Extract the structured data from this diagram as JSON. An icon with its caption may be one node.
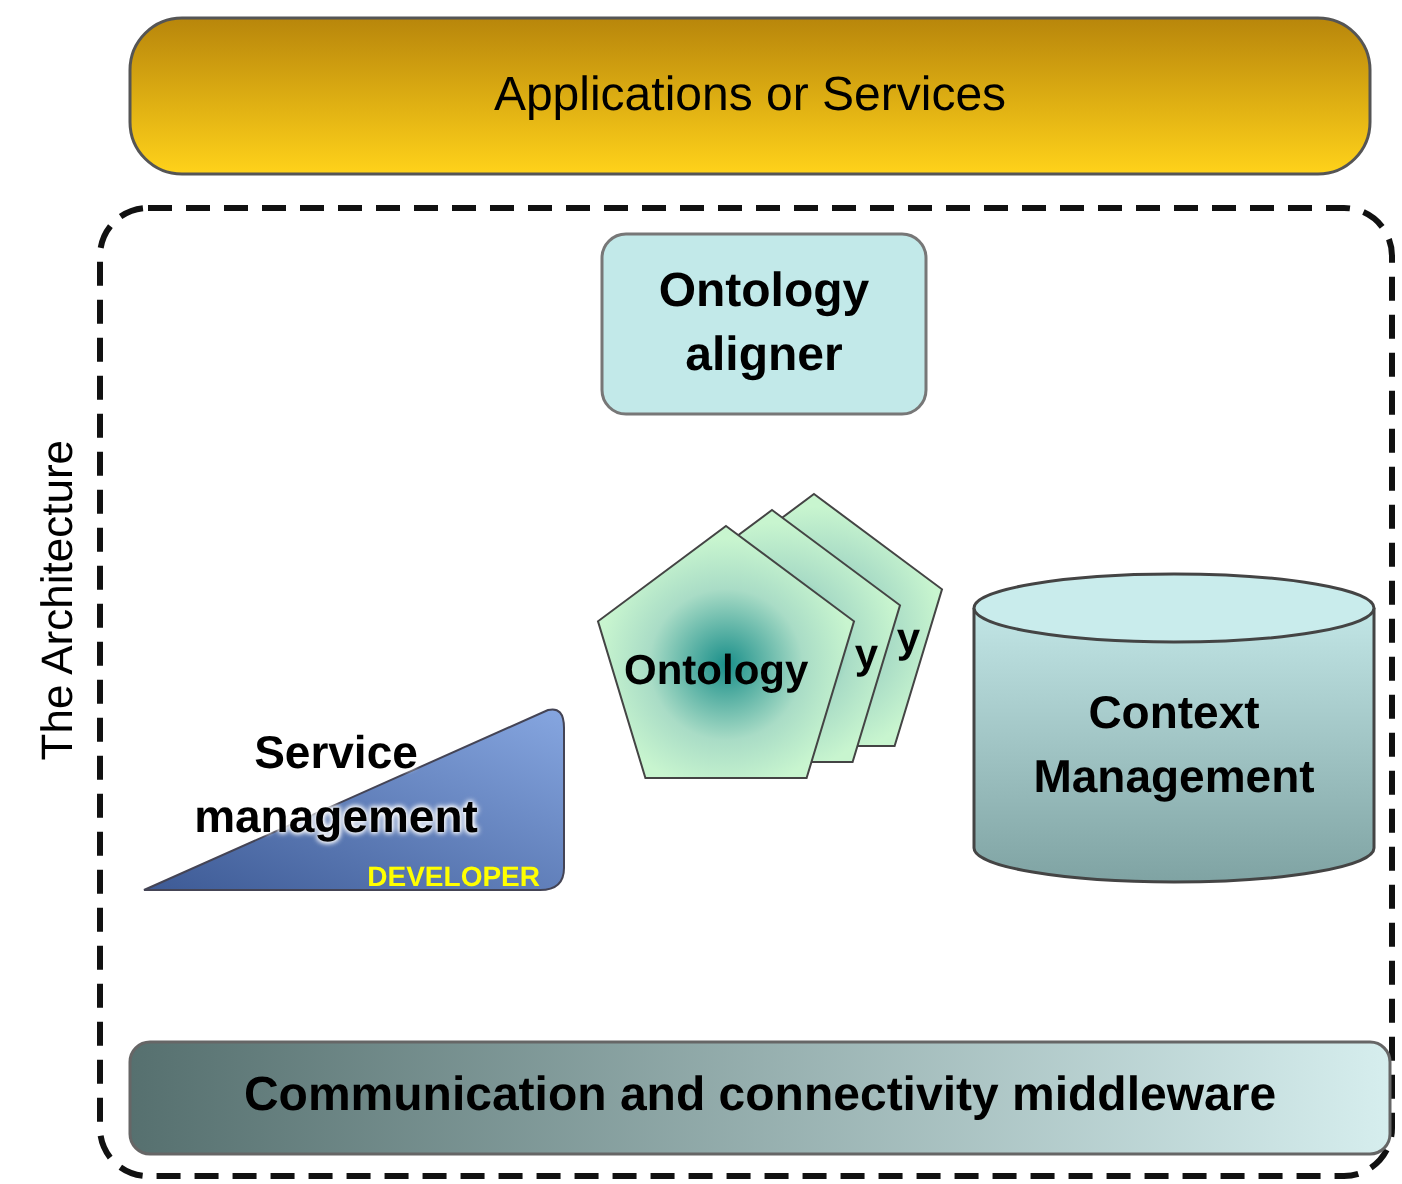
{
  "diagram": {
    "nodes": [
      {
        "text": [
          "Applications or Services"
        ]
      },
      {
        "text": [
          "The Architecture"
        ]
      },
      {
        "text": [
          "Ontology aligner"
        ],
        "in": 1
      },
      {
        "text": [
          "y"
        ],
        "in": 1
      },
      {
        "text": [
          "y"
        ],
        "in": 1
      },
      {
        "text": [
          "Ontology"
        ],
        "in": 1
      },
      {
        "text": [
          "Service management",
          "DEVELOPER"
        ],
        "in": 1
      },
      {
        "text": [
          "Context Management"
        ],
        "in": 1
      },
      {
        "text": [
          "Communication and connectivity middleware"
        ],
        "in": 1
      }
    ]
  }
}
